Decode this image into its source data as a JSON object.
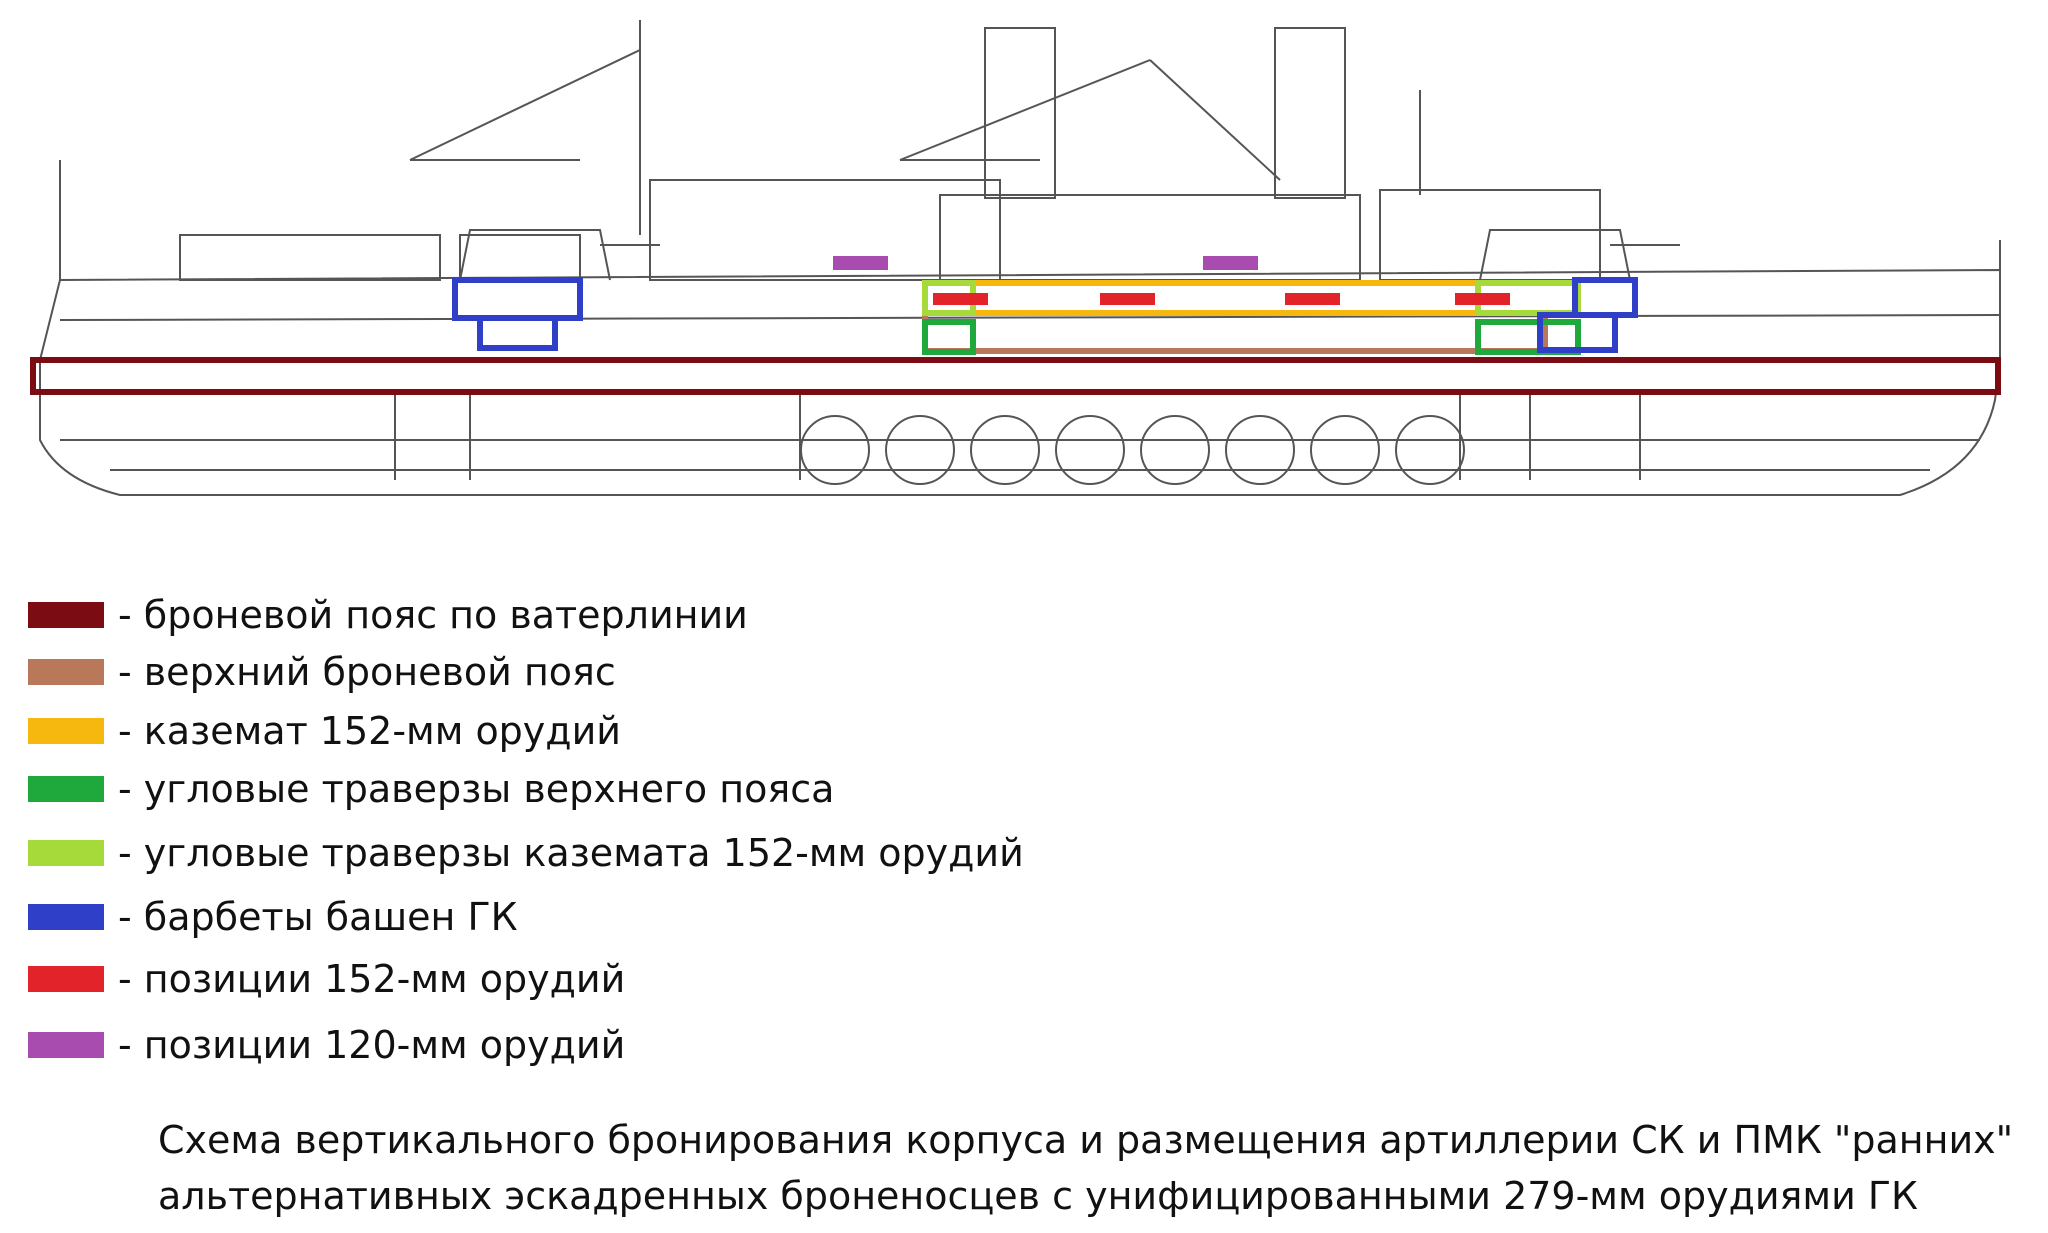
{
  "legend": [
    {
      "color": "#7b0c14",
      "label": "- броневой пояс по ватерлинии"
    },
    {
      "color": "#b9785a",
      "label": " - верхний броневой пояс"
    },
    {
      "color": "#f6b80f",
      "label": " - каземат 152-мм орудий"
    },
    {
      "color": "#1fa83c",
      "label": " - угловые траверзы верхнего пояса"
    },
    {
      "color": "#a6d93a",
      "label": "- угловые траверзы каземата 152-мм орудий"
    },
    {
      "color": "#2f3fc8",
      "label": "- барбеты башен ГК"
    },
    {
      "color": "#e3232a",
      "label": "- позиции 152-мм орудий"
    },
    {
      "color": "#a84cb0",
      "label": "- позиции 120-мм орудий"
    }
  ],
  "caption": {
    "line1": "Схема вертикального бронирования корпуса и размещения артиллерии СК и ПМК \"ранних\"",
    "line2": "альтернативных эскадренных броненосцев с унифицированными 279-мм орудиями ГК"
  }
}
